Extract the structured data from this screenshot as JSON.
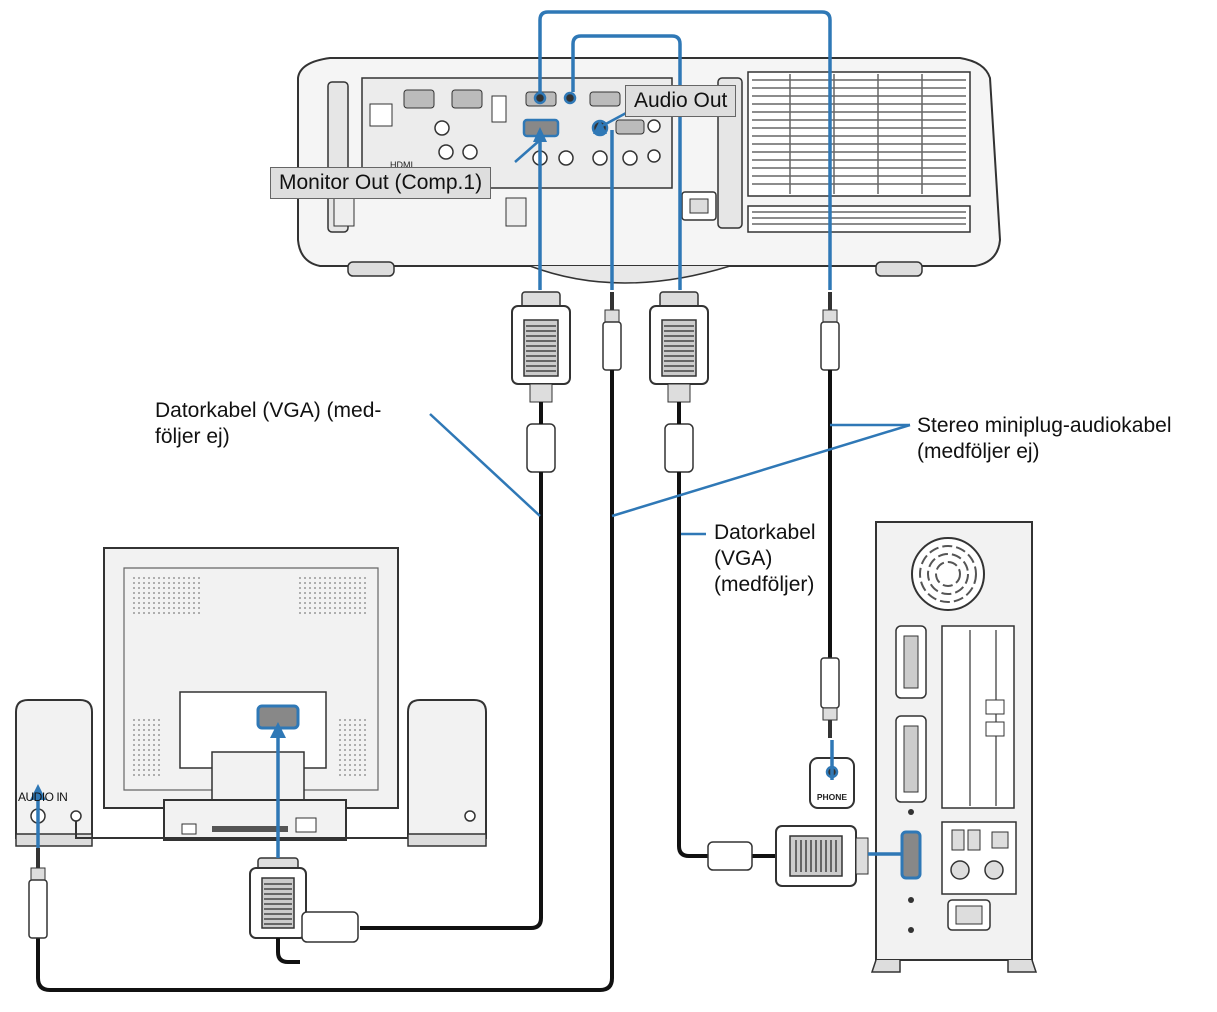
{
  "title": "",
  "colors": {
    "highlight": "#2f78b6",
    "cable": "#111111",
    "label_box": "#dedede",
    "device": "#f2f2f2"
  },
  "labels": {
    "monitor_out": "Monitor Out (Comp.1)",
    "audio_out": "Audio Out",
    "vga_cable_not_included": [
      "Datorkabel (VGA) (med-",
      "följer ej)"
    ],
    "stereo_cable": [
      "Stereo miniplug-audiokabel",
      "(medföljer ej)"
    ],
    "vga_cable_included": [
      "Datorkabel",
      "(VGA)",
      "(medföljer)"
    ],
    "audio_in": "AUDIO IN",
    "phone": "PHONE",
    "hdmi": "HDMI"
  },
  "devices": [
    "projector",
    "monitor",
    "left-speaker",
    "right-speaker",
    "computer"
  ]
}
